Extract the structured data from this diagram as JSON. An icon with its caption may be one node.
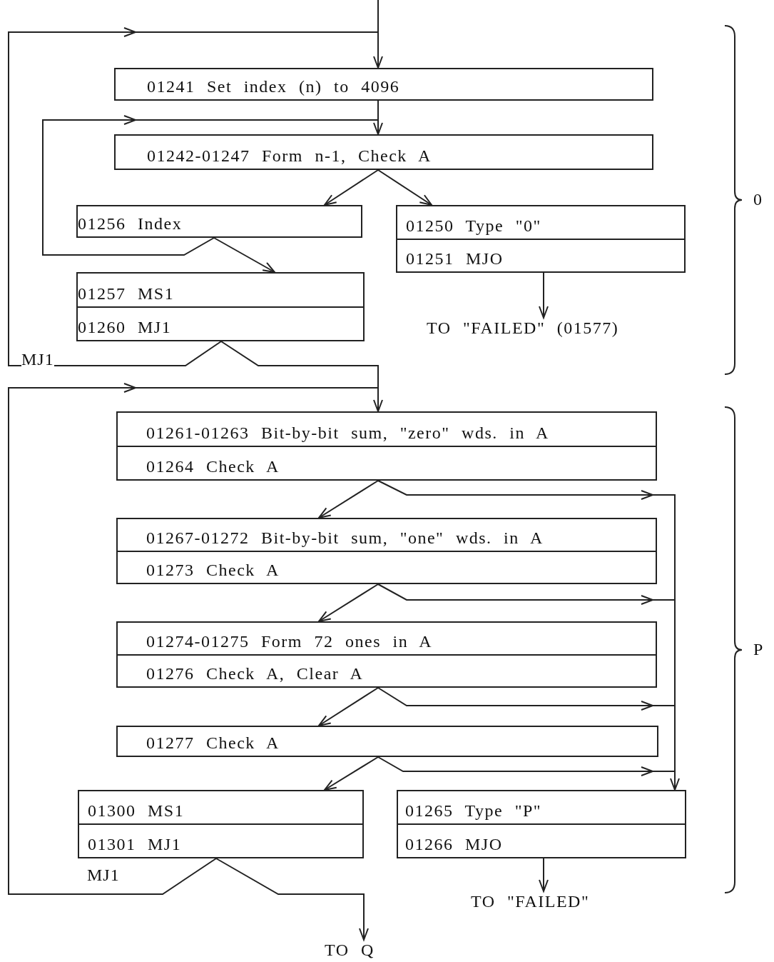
{
  "diagram": {
    "nodes": [
      {
        "text": [
          "01241 Set index (n) to 4096"
        ]
      },
      {
        "text": [
          "01242-01247 Form n-1, Check A"
        ]
      },
      {
        "text": [
          "01256 Index"
        ]
      },
      {
        "text": [
          "01250 Type \"0\"",
          "01251 MJO"
        ]
      },
      {
        "text": [
          "01257 MS1",
          "01260 MJ1"
        ]
      },
      {
        "text": [
          "TO \"FAILED\" (01577)"
        ]
      },
      {
        "text": [
          "01261-01263 Bit-by-bit sum, \"zero\" wds. in A",
          "01264 Check A"
        ]
      },
      {
        "text": [
          "01267-01272 Bit-by-bit sum, \"one\" wds. in A",
          "01273 Check A"
        ]
      },
      {
        "text": [
          "01274-01275 Form 72 ones in A",
          "01276 Check A, Clear A"
        ]
      },
      {
        "text": [
          "01277 Check A"
        ]
      },
      {
        "text": [
          "01300 MS1",
          "01301 MJ1"
        ]
      },
      {
        "text": [
          "01265 Type \"P\"",
          "01266 MJO"
        ]
      },
      {
        "text": [
          "TO \"FAILED\""
        ]
      },
      {
        "text": [
          "TO Q"
        ]
      }
    ],
    "edges": [
      {
        "from": null,
        "to": 0,
        "arrow": "to"
      },
      {
        "from": 4,
        "to": 0,
        "arrow": "to",
        "label": "MJ1"
      },
      {
        "from": 0,
        "to": 1,
        "arrow": "to"
      },
      {
        "from": 1,
        "to": 2,
        "arrow": "to"
      },
      {
        "from": 1,
        "to": 3,
        "arrow": "to"
      },
      {
        "from": 2,
        "to": 1,
        "arrow": "to"
      },
      {
        "from": 2,
        "to": 4,
        "arrow": "to"
      },
      {
        "from": 3,
        "to": 5,
        "arrow": "to"
      },
      {
        "from": 4,
        "to": 6,
        "arrow": "to"
      },
      {
        "from": 10,
        "to": 6,
        "arrow": "to",
        "label": "MJ1"
      },
      {
        "from": 6,
        "to": 7,
        "arrow": "to"
      },
      {
        "from": 6,
        "to": 11,
        "arrow": "to"
      },
      {
        "from": 7,
        "to": 8,
        "arrow": "to"
      },
      {
        "from": 7,
        "to": 11,
        "arrow": "to"
      },
      {
        "from": 8,
        "to": 9,
        "arrow": "to"
      },
      {
        "from": 8,
        "to": 11,
        "arrow": "to"
      },
      {
        "from": 9,
        "to": 10,
        "arrow": "to"
      },
      {
        "from": 9,
        "to": 11,
        "arrow": "to"
      },
      {
        "from": 11,
        "to": 12,
        "arrow": "to"
      },
      {
        "from": 10,
        "to": 13,
        "arrow": "to"
      }
    ],
    "labels": [
      "0",
      "P"
    ]
  }
}
